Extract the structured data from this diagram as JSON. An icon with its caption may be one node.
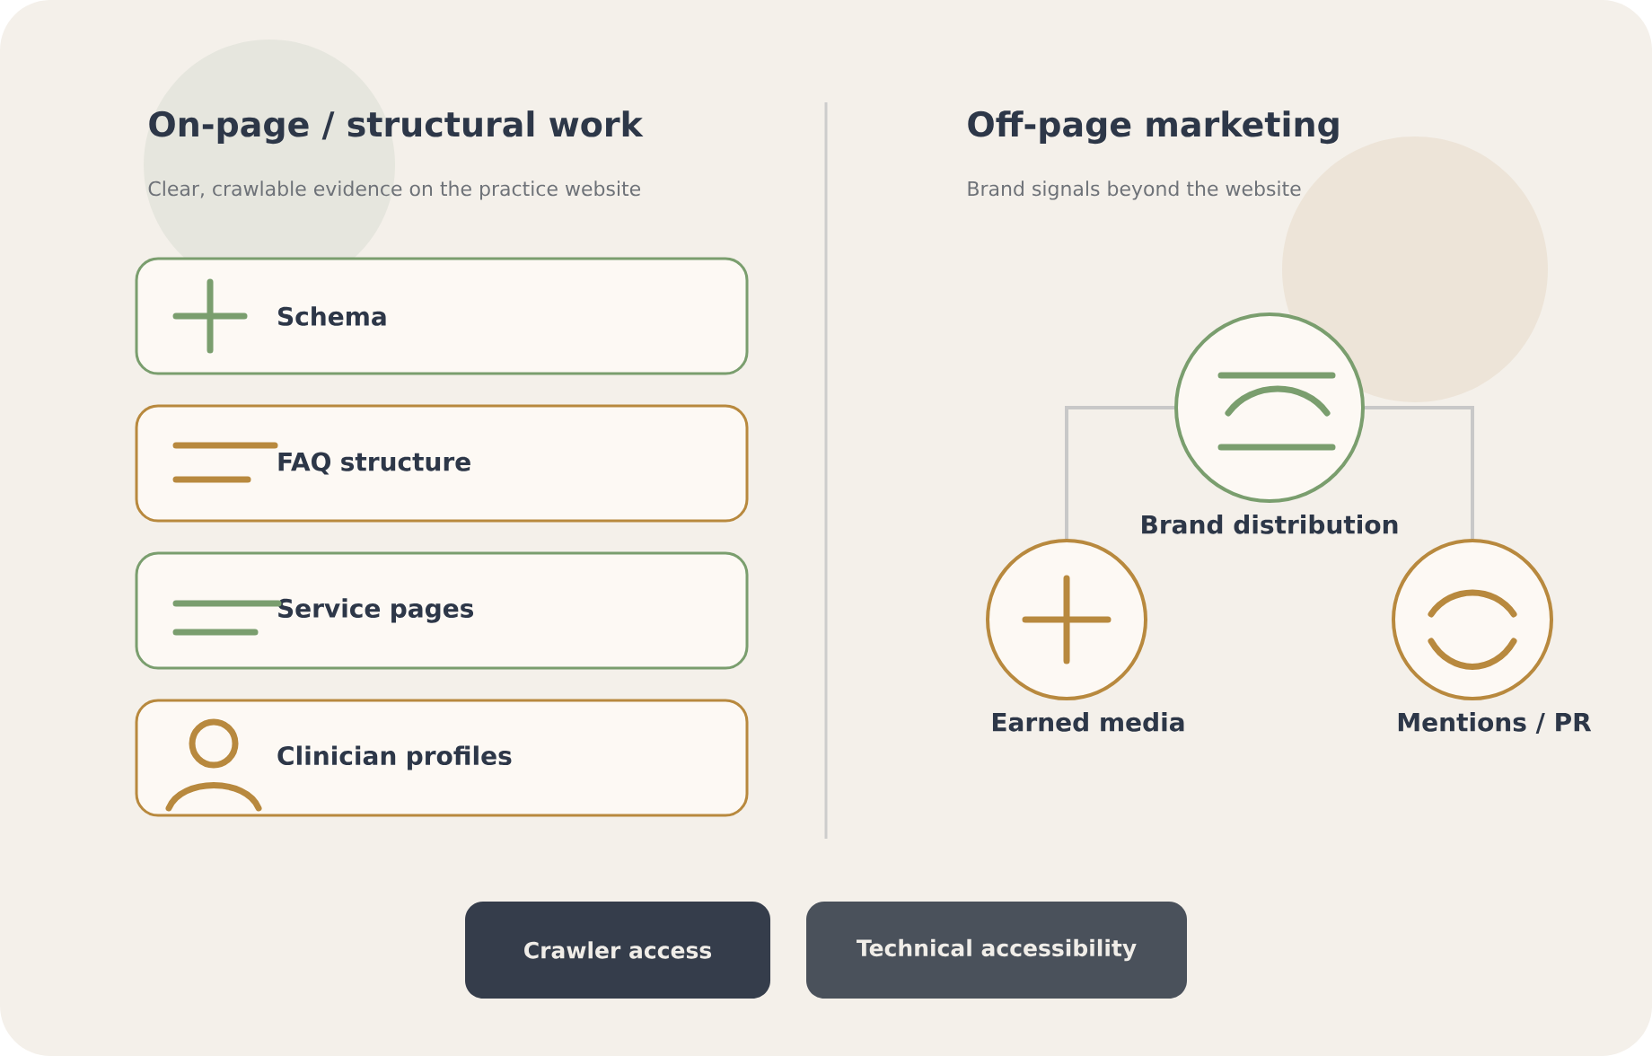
{
  "diagram": {
    "nodes": [
      {
        "text": [
          "Schema"
        ]
      },
      {
        "text": [
          "FAQ structure"
        ]
      },
      {
        "text": [
          "Service pages"
        ]
      },
      {
        "text": [
          "Clinician profiles"
        ]
      },
      {
        "text": [
          "Brand distribution"
        ]
      },
      {
        "text": [
          "Earned media"
        ]
      },
      {
        "text": [
          "Mentions / PR"
        ]
      },
      {
        "text": [
          "Crawler access"
        ]
      },
      {
        "text": [
          "Technical accessibility"
        ]
      }
    ],
    "edges": [
      {
        "from": 4,
        "to": 5,
        "arrow": "none"
      },
      {
        "from": 4,
        "to": 6,
        "arrow": "none"
      }
    ],
    "labels": [
      "On-page / structural work",
      "Clear, crawlable evidence on the practice website",
      "Off-page marketing",
      "Brand signals beyond the website"
    ]
  }
}
